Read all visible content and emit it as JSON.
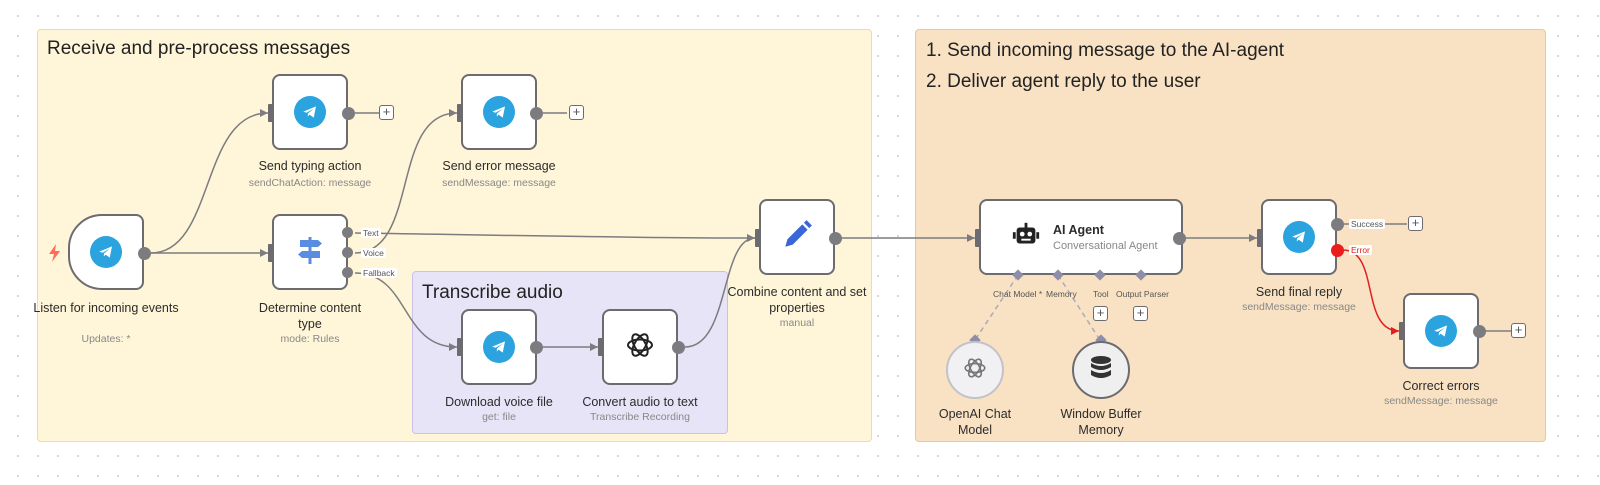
{
  "canvas": {
    "colors": {
      "sticky_yellow": "#fff5d8",
      "sticky_orange": "#f9e2c3",
      "sticky_purple": "#e8e4f8",
      "wire": "#7c7c80",
      "error_wire": "#e02020",
      "telegram_blue": "#2aa3df"
    }
  },
  "stickies": {
    "receive": {
      "title": "Receive and pre-process messages"
    },
    "transcribe": {
      "title": "Transcribe audio"
    },
    "agent": {
      "line1": "1. Send incoming message to the AI-agent",
      "line2": "2. Deliver agent reply to the user"
    }
  },
  "nodes": {
    "listen": {
      "name": "Listen for incoming events",
      "subtitle": "Updates: *",
      "icon": "telegram-icon"
    },
    "typing": {
      "name": "Send typing action",
      "subtitle": "sendChatAction: message",
      "icon": "telegram-icon"
    },
    "error_msg": {
      "name": "Send error message",
      "subtitle": "sendMessage: message",
      "icon": "telegram-icon"
    },
    "determine": {
      "name": "Determine content type",
      "subtitle": "mode: Rules",
      "icon": "switch-signpost-icon",
      "outputs": [
        "Text",
        "Voice",
        "Fallback"
      ]
    },
    "combine": {
      "name": "Combine content and set properties",
      "subtitle": "manual",
      "icon": "pencil-icon"
    },
    "download": {
      "name": "Download voice file",
      "subtitle": "get: file",
      "icon": "telegram-icon"
    },
    "convert": {
      "name": "Convert audio to text",
      "subtitle": "Transcribe Recording",
      "icon": "openai-icon"
    },
    "agent": {
      "name": "AI Agent",
      "subtitle": "Conversational Agent",
      "icon": "robot-icon",
      "connectors": [
        "Chat Model *",
        "Memory",
        "Tool",
        "Output Parser"
      ]
    },
    "openai_chat": {
      "name": "OpenAI Chat Model",
      "icon": "openai-icon"
    },
    "memory": {
      "name": "Window Buffer Memory",
      "icon": "database-icon"
    },
    "send_final": {
      "name": "Send final reply",
      "subtitle": "sendMessage: message",
      "icon": "telegram-icon",
      "outputs": [
        "Success",
        "Error"
      ]
    },
    "correct": {
      "name": "Correct errors",
      "subtitle": "sendMessage: message",
      "icon": "telegram-icon"
    }
  },
  "add_button_label": "+"
}
